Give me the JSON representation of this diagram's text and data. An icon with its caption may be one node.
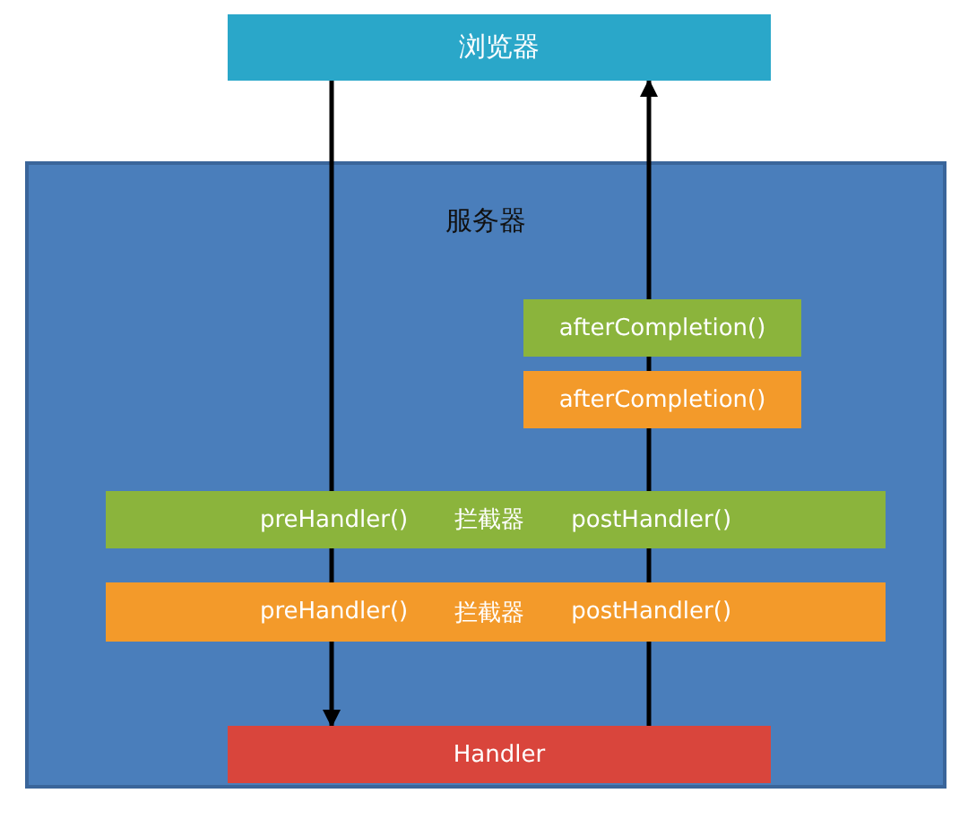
{
  "diagram": {
    "nodes": [
      {
        "text": [
          "浏览器"
        ]
      },
      {
        "text": [
          "服务器"
        ]
      },
      {
        "text": [
          "afterCompletion()"
        ],
        "in": 1
      },
      {
        "text": [
          "afterCompletion()"
        ],
        "in": 1
      },
      {
        "text": [
          "preHandler()",
          "拦截器",
          "postHandler()"
        ],
        "in": 1
      },
      {
        "text": [
          "preHandler()",
          "拦截器",
          "postHandler()"
        ],
        "in": 1
      },
      {
        "text": [
          "Handler"
        ],
        "in": 1
      }
    ],
    "edges": [
      {
        "from": 0,
        "to": 4,
        "arrow": "none"
      },
      {
        "from": 4,
        "to": 5,
        "arrow": "none"
      },
      {
        "from": 5,
        "to": 6,
        "arrow": "to"
      },
      {
        "from": 6,
        "to": 5,
        "arrow": "none"
      },
      {
        "from": 5,
        "to": 4,
        "arrow": "none"
      },
      {
        "from": 4,
        "to": 3,
        "arrow": "none"
      },
      {
        "from": 3,
        "to": 2,
        "arrow": "none"
      },
      {
        "from": 2,
        "to": 0,
        "arrow": "to"
      }
    ]
  }
}
